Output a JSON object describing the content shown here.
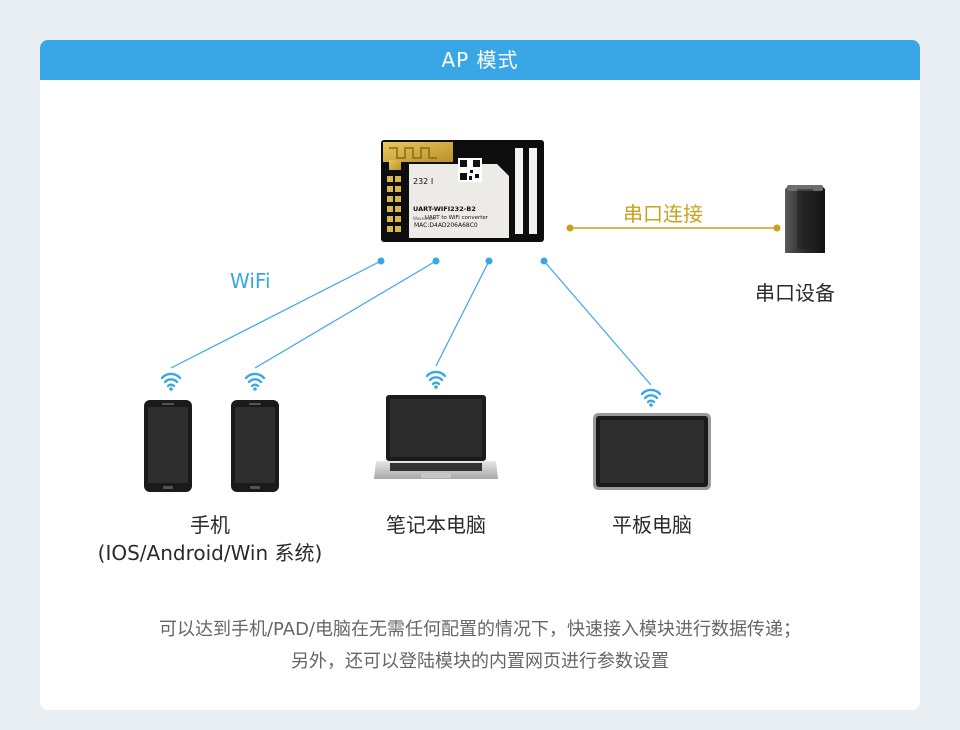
{
  "header": {
    "title": "AP 模式"
  },
  "module": {
    "label_line1": "UART-WIFI232-B2",
    "label_line2": "UART to WiFi converter",
    "label_mac": "MAC:D4AD206A68C0",
    "small_text": "232 I",
    "brand": "Waveshare"
  },
  "serial": {
    "link_label": "串口连接",
    "device_label": "串口设备"
  },
  "wifi_label": "WiFi",
  "devices": {
    "phones_line1": "手机",
    "phones_line2": "(IOS/Android/Win 系统)",
    "laptop": "笔记本电脑",
    "tablet": "平板电脑"
  },
  "caption": {
    "line1": "可以达到手机/PAD/电脑在无需任何配置的情况下，快速接入模块进行数据传递；",
    "line2": "另外，还可以登陆模块的内置网页进行参数设置"
  },
  "colors": {
    "header": "#39a6e6",
    "wifi": "#39a6e6",
    "serial": "#c9a21f"
  }
}
